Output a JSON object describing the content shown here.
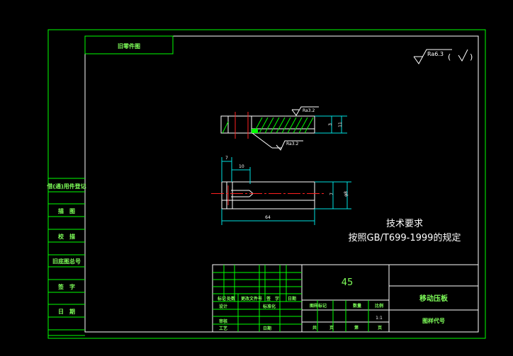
{
  "header": {
    "drawing_number_label": "旧零件图"
  },
  "roughness": {
    "general_value": "Ra6.3",
    "open_paren": "(",
    "close_paren": ")",
    "face_value_1": "Ra3.2",
    "face_value_2": "Ra3.2"
  },
  "side_labels": {
    "borrowed": "借(通)用件登记",
    "traced": "描　图",
    "checked": "校　描",
    "old_drawing": "旧底图总号",
    "signature": "签　字",
    "date": "日　期"
  },
  "dimensions": {
    "top_height_1": "3",
    "top_height_2": "11",
    "offset_7": "7",
    "offset_10": "10",
    "diameter_small": "7",
    "diameter_large": "φ8",
    "length": "64"
  },
  "tech_requirements": {
    "title": "技术要求",
    "line1": "按照GB/T699-1999的规定"
  },
  "title_block": {
    "material": "45",
    "part_name": "移动压板",
    "drawing_code": "图样代号",
    "revision_headers": [
      "标记",
      "处数",
      "更改文件号",
      "签　字",
      "日期"
    ],
    "designer": "设计",
    "standardization": "标准化",
    "review": "审核",
    "process": "工艺",
    "date": "日期",
    "stage_mark": "图样标记",
    "weight": "数量",
    "scale": "比例",
    "scale_value": "1:1",
    "total": "共",
    "sheet": "页",
    "page": "第",
    "page2": "页"
  }
}
